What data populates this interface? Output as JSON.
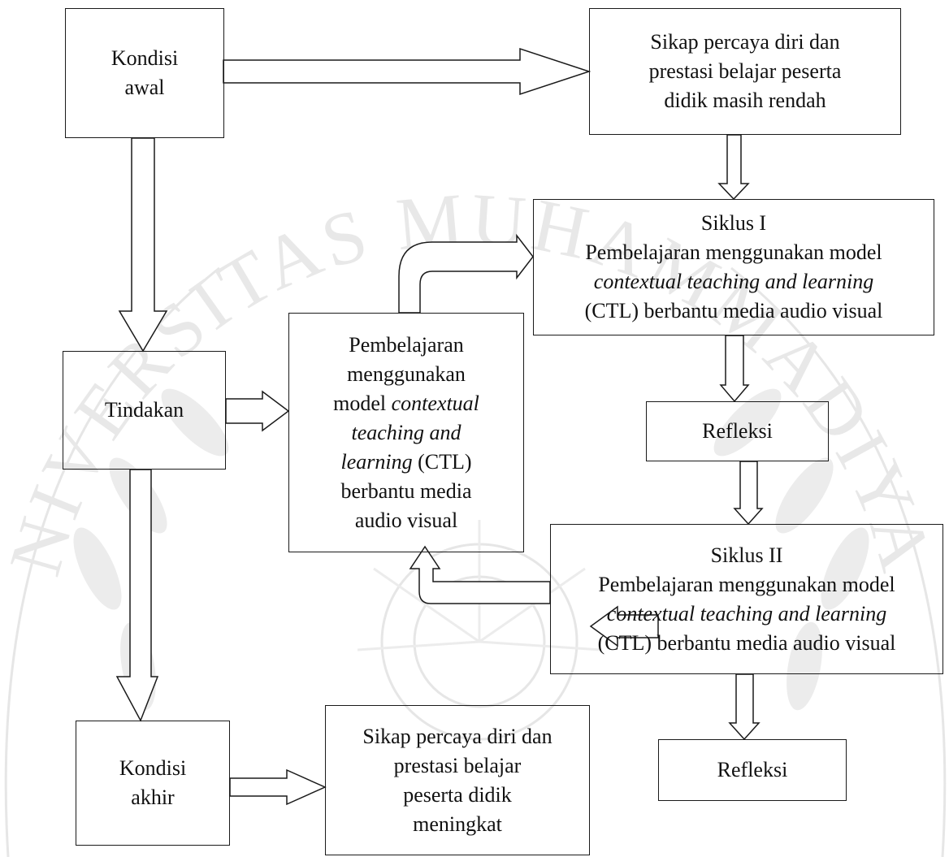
{
  "boxes": {
    "kondisi_awal": {
      "lines": [
        "Kondisi",
        "awal"
      ]
    },
    "kondisi_awal_result": {
      "lines": [
        "Sikap percaya diri dan",
        "prestasi belajar peserta",
        "didik masih rendah"
      ]
    },
    "siklus1": {
      "line1": "Siklus I",
      "line2": "Pembelajaran menggunakan model",
      "line3": "contextual teaching and learning",
      "line4": "(CTL) berbantu media audio visual"
    },
    "tindakan": {
      "label": "Tindakan"
    },
    "tindakan_detail": {
      "line1": "Pembelajaran",
      "line2": "menggunakan",
      "line3a": "model ",
      "line3b": "contextual",
      "line4": "teaching and",
      "line5a": "learning",
      "line5b": " (CTL)",
      "line6": "berbantu media",
      "line7": "audio visual"
    },
    "refleksi1": {
      "label": "Refleksi"
    },
    "siklus2": {
      "line1": "Siklus II",
      "line2": "Pembelajaran menggunakan model",
      "line3": "contextual teaching and learning",
      "line4": "(CTL) berbantu media audio visual"
    },
    "kondisi_akhir": {
      "lines": [
        "Kondisi",
        "akhir"
      ]
    },
    "kondisi_akhir_result": {
      "lines": [
        "Sikap percaya diri dan",
        "prestasi belajar",
        "peserta didik",
        "meningkat"
      ]
    },
    "refleksi2": {
      "label": "Refleksi"
    }
  },
  "watermark": {
    "text": "UNIVERSITAS MUHAMMADIYAH"
  }
}
